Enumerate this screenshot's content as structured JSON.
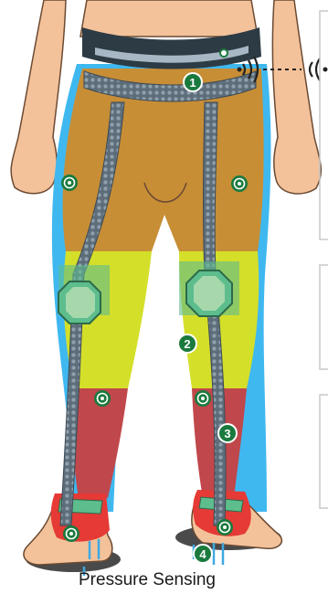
{
  "diagram": {
    "caption": "Pressure Sensing",
    "markers": {
      "belt": "1",
      "knee_brace": "2",
      "shin_strap": "3",
      "foot_sensor": "4"
    },
    "colors": {
      "skin": "#f3c29a",
      "skin_outline": "#6b4a33",
      "glow": "#3fb8f0",
      "thigh_suit": "#c78e36",
      "calf_suit": "#d4df2a",
      "lower_calf": "#c0474b",
      "foot_wrap": "#e53a35",
      "strap_mesh": "#5d6d7a",
      "strap_highlight": "#a7b7c4",
      "brace_green": "#5dbd8d",
      "belt_dark": "#2d3b44",
      "marker_green": "#1a7a3e",
      "signal_dark": "#222222",
      "shadow": "#4a4a4a",
      "pressure_lines": "#3fa8e0"
    }
  }
}
